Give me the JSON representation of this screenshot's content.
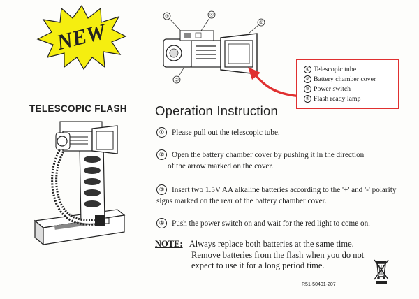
{
  "badge": {
    "text": "NEW"
  },
  "product_title": "TELESCOPIC FLASH",
  "section_title": "Operation Instruction",
  "diagram_callouts": [
    "①",
    "②",
    "③",
    "④"
  ],
  "legend": {
    "items": [
      {
        "num": "①",
        "label": "Telescopic tube"
      },
      {
        "num": "②",
        "label": "Battery chamber cover"
      },
      {
        "num": "③",
        "label": "Power switch"
      },
      {
        "num": "④",
        "label": "Flash ready lamp"
      }
    ]
  },
  "steps": [
    {
      "num": "①",
      "lines": [
        "Please pull out the telescopic tube."
      ]
    },
    {
      "num": "②",
      "lines": [
        "Open the battery chamber cover by pushing it in the direction",
        "of the arrow marked on the cover."
      ]
    },
    {
      "num": "③",
      "lines": [
        "Insert two 1.5V AA alkaline batteries according to the '+' and '-' polarity",
        "signs marked on the rear of the battery chamber cover."
      ]
    },
    {
      "num": "④",
      "lines": [
        "Push the power switch on and wait for the red light to come on."
      ]
    }
  ],
  "note": {
    "label": "NOTE:",
    "lines": [
      "Always replace both batteries at the same time.",
      "Remove batteries from the flash when you do not",
      "expect to use it for a long period time."
    ]
  },
  "product_code": "R51-50401-207",
  "colors": {
    "badge_fill": "#f5ee10",
    "accent_red": "#e03030",
    "text": "#222222"
  }
}
